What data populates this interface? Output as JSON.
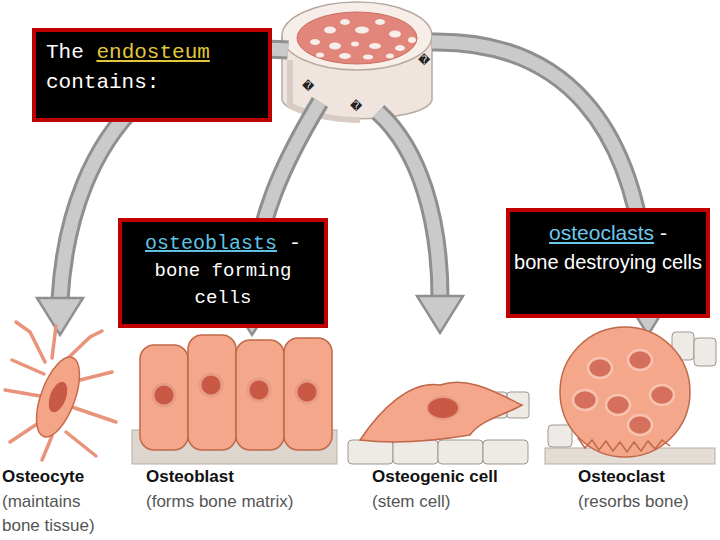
{
  "diagram": {
    "nodes": [
      {
        "text": [
          "The endosteum contains:"
        ]
      },
      {
        "text": [
          "osteoblasts -",
          "bone forming cells"
        ]
      },
      {
        "text": [
          "osteoclasts -",
          "bone destroying cells"
        ]
      }
    ],
    "labels": [
      "�",
      "�",
      "�",
      "Osteocyte",
      "(maintains bone tissue)",
      "Osteoblast",
      "(forms bone matrix)",
      "Osteogenic cell",
      "(stem cell)",
      "Osteoclast",
      "(resorbs bone)"
    ]
  }
}
